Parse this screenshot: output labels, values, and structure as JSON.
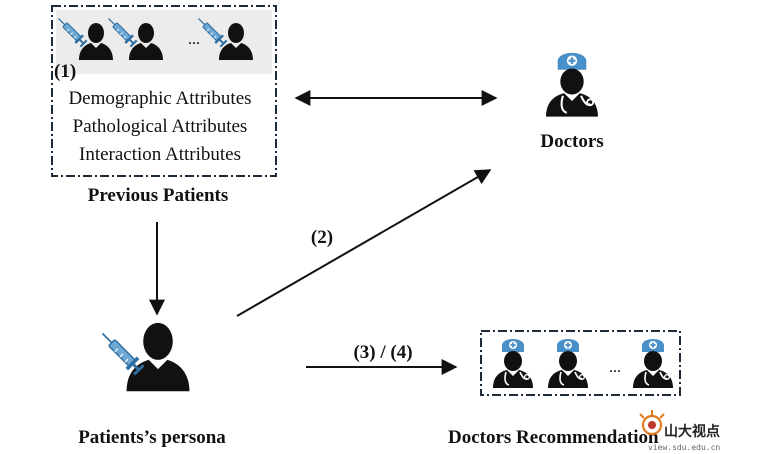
{
  "previous_patients": {
    "step": "(1)",
    "ellipsis": "...",
    "attributes": [
      "Demographic Attributes",
      "Pathological Attributes",
      "Interaction Attributes"
    ],
    "label": "Previous Patients"
  },
  "doctors": {
    "label": "Doctors"
  },
  "persona": {
    "label": "Patients’s persona"
  },
  "recommendation": {
    "label": "Doctors Recommendation",
    "ellipsis": "..."
  },
  "steps": {
    "two": "(2)",
    "three_four": "(3) / (4)"
  },
  "watermark": {
    "text": "山大视点",
    "url": "view.sdu.edu.cn"
  },
  "colors": {
    "ink": "#111111",
    "doctor_cap": "#4a90c8",
    "syringe": "#6ea9d6",
    "box_fill": "#ececec",
    "box_border": "#1c2a3a"
  }
}
